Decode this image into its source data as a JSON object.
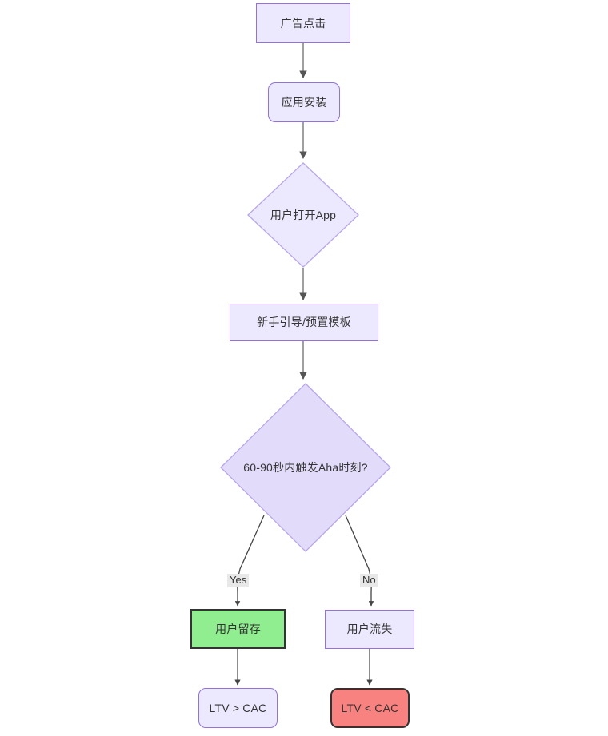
{
  "diagram": {
    "type": "flowchart",
    "direction": "top-to-bottom",
    "title": "",
    "colors": {
      "default_fill": "#ECE8FD",
      "default_stroke": "#9370DB",
      "success_fill": "#90EE90",
      "danger_fill": "#F8827F",
      "highlight_stroke": "#333333",
      "edge_stroke": "#555555",
      "text": "#333333",
      "label_bg": "#E8E8E8",
      "canvas": "#FFFFFF"
    },
    "nodes": [
      {
        "id": "ad-click",
        "label": "广告点击",
        "shape": "rectangle",
        "style": "default"
      },
      {
        "id": "app-install",
        "label": "应用安装",
        "shape": "rounded",
        "style": "default"
      },
      {
        "id": "open-app",
        "label": "用户打开App",
        "shape": "diamond",
        "style": "default"
      },
      {
        "id": "onboarding",
        "label": "新手引导/预置模板",
        "shape": "rectangle",
        "style": "default"
      },
      {
        "id": "aha-decision",
        "label": "60-90秒内触发Aha时刻?",
        "shape": "diamond",
        "style": "default"
      },
      {
        "id": "retained",
        "label": "用户留存",
        "shape": "rectangle",
        "style": "success"
      },
      {
        "id": "churned",
        "label": "用户流失",
        "shape": "rectangle",
        "style": "default"
      },
      {
        "id": "ltv-gt-cac",
        "label": "LTV > CAC",
        "shape": "rounded",
        "style": "default"
      },
      {
        "id": "ltv-lt-cac",
        "label": "LTV < CAC",
        "shape": "rounded",
        "style": "danger"
      }
    ],
    "edges": [
      {
        "from": "ad-click",
        "to": "app-install",
        "label": ""
      },
      {
        "from": "app-install",
        "to": "open-app",
        "label": ""
      },
      {
        "from": "open-app",
        "to": "onboarding",
        "label": ""
      },
      {
        "from": "onboarding",
        "to": "aha-decision",
        "label": ""
      },
      {
        "from": "aha-decision",
        "to": "retained",
        "label": "Yes"
      },
      {
        "from": "aha-decision",
        "to": "churned",
        "label": "No"
      },
      {
        "from": "retained",
        "to": "ltv-gt-cac",
        "label": ""
      },
      {
        "from": "churned",
        "to": "ltv-lt-cac",
        "label": ""
      }
    ],
    "edge_labels": {
      "yes": "Yes",
      "no": "No"
    }
  }
}
